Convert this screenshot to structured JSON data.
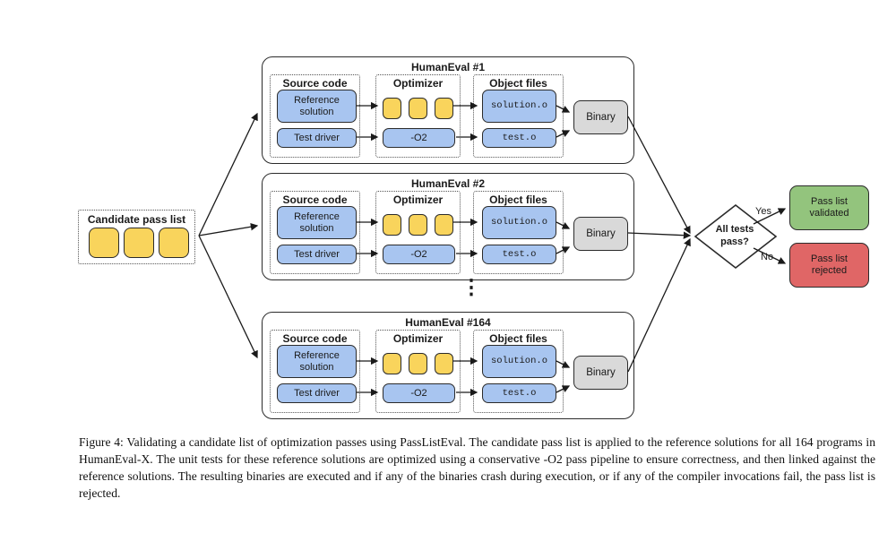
{
  "candidate": {
    "label": "Candidate pass list"
  },
  "blocks": [
    {
      "title": "HumanEval #1"
    },
    {
      "title": "HumanEval #2"
    },
    {
      "title": "HumanEval #164"
    }
  ],
  "panel_labels": {
    "source_code": "Source code",
    "optimizer": "Optimizer",
    "object_files": "Object files",
    "reference_solution": "Reference solution",
    "test_driver": "Test driver",
    "opt_flag": "-O2",
    "solution_object": "solution.o",
    "test_object": "test.o",
    "binary": "Binary"
  },
  "ellipsis": "⋮",
  "decision": {
    "question": "All tests pass?",
    "yes_label": "Yes",
    "no_label": "No"
  },
  "outcomes": {
    "validated": "Pass list validated",
    "rejected": "Pass list rejected"
  },
  "colors": {
    "box_blue": "#a8c5f0",
    "chip_yellow": "#f9d45c",
    "binary_gray": "#d9d9d9",
    "validated_green": "#93c47d",
    "rejected_red": "#e06666",
    "stroke": "#2b2b2b",
    "background": "#ffffff"
  },
  "caption": "Figure 4: Validating a candidate list of optimization passes using PassListEval. The candidate pass list is applied to the reference solutions for all 164 programs in HumanEval-X. The unit tests for these reference solutions are optimized using a conservative -O2 pass pipeline to ensure correctness, and then linked against the reference solutions. The resulting binaries are executed and if any of the binaries crash during execution, or if any of the compiler invocations fail, the pass list is rejected."
}
